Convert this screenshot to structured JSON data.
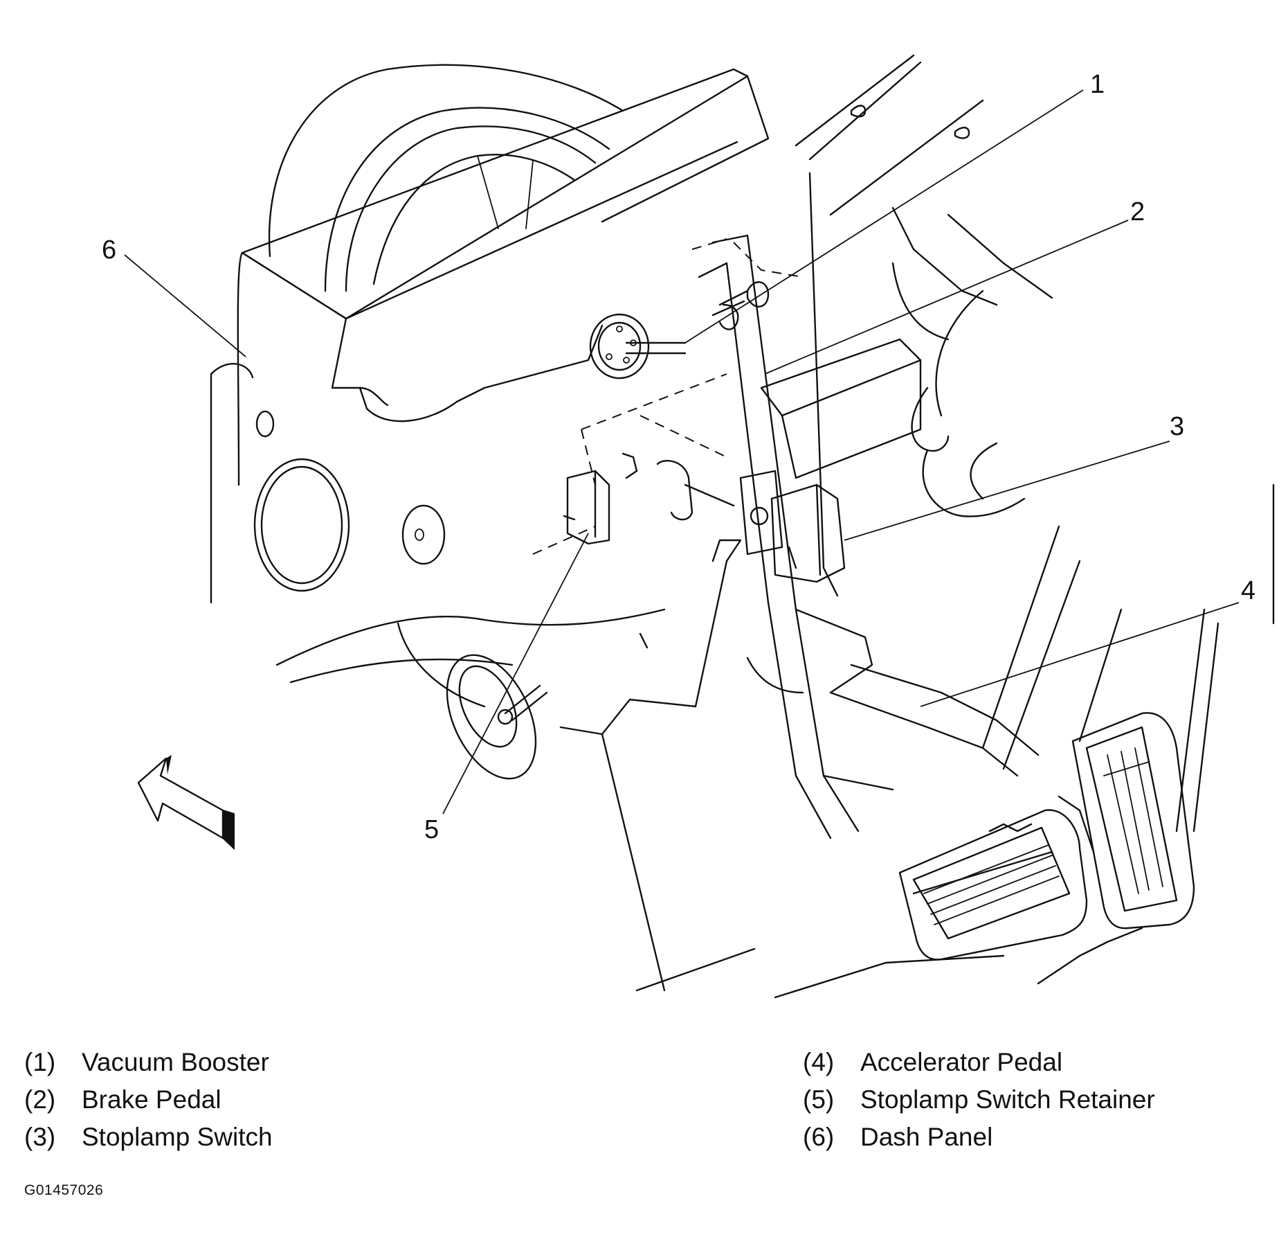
{
  "callouts": [
    "1",
    "2",
    "3",
    "4",
    "5",
    "6"
  ],
  "legend": [
    {
      "code": "(1)",
      "label": "Vacuum Booster"
    },
    {
      "code": "(2)",
      "label": "Brake Pedal"
    },
    {
      "code": "(3)",
      "label": "Stoplamp Switch"
    },
    {
      "code": "(4)",
      "label": "Accelerator Pedal"
    },
    {
      "code": "(5)",
      "label": "Stoplamp Switch Retainer"
    },
    {
      "code": "(6)",
      "label": "Dash Panel"
    }
  ],
  "figure_id": "G01457026",
  "icons": [
    "direction-arrow-icon"
  ]
}
